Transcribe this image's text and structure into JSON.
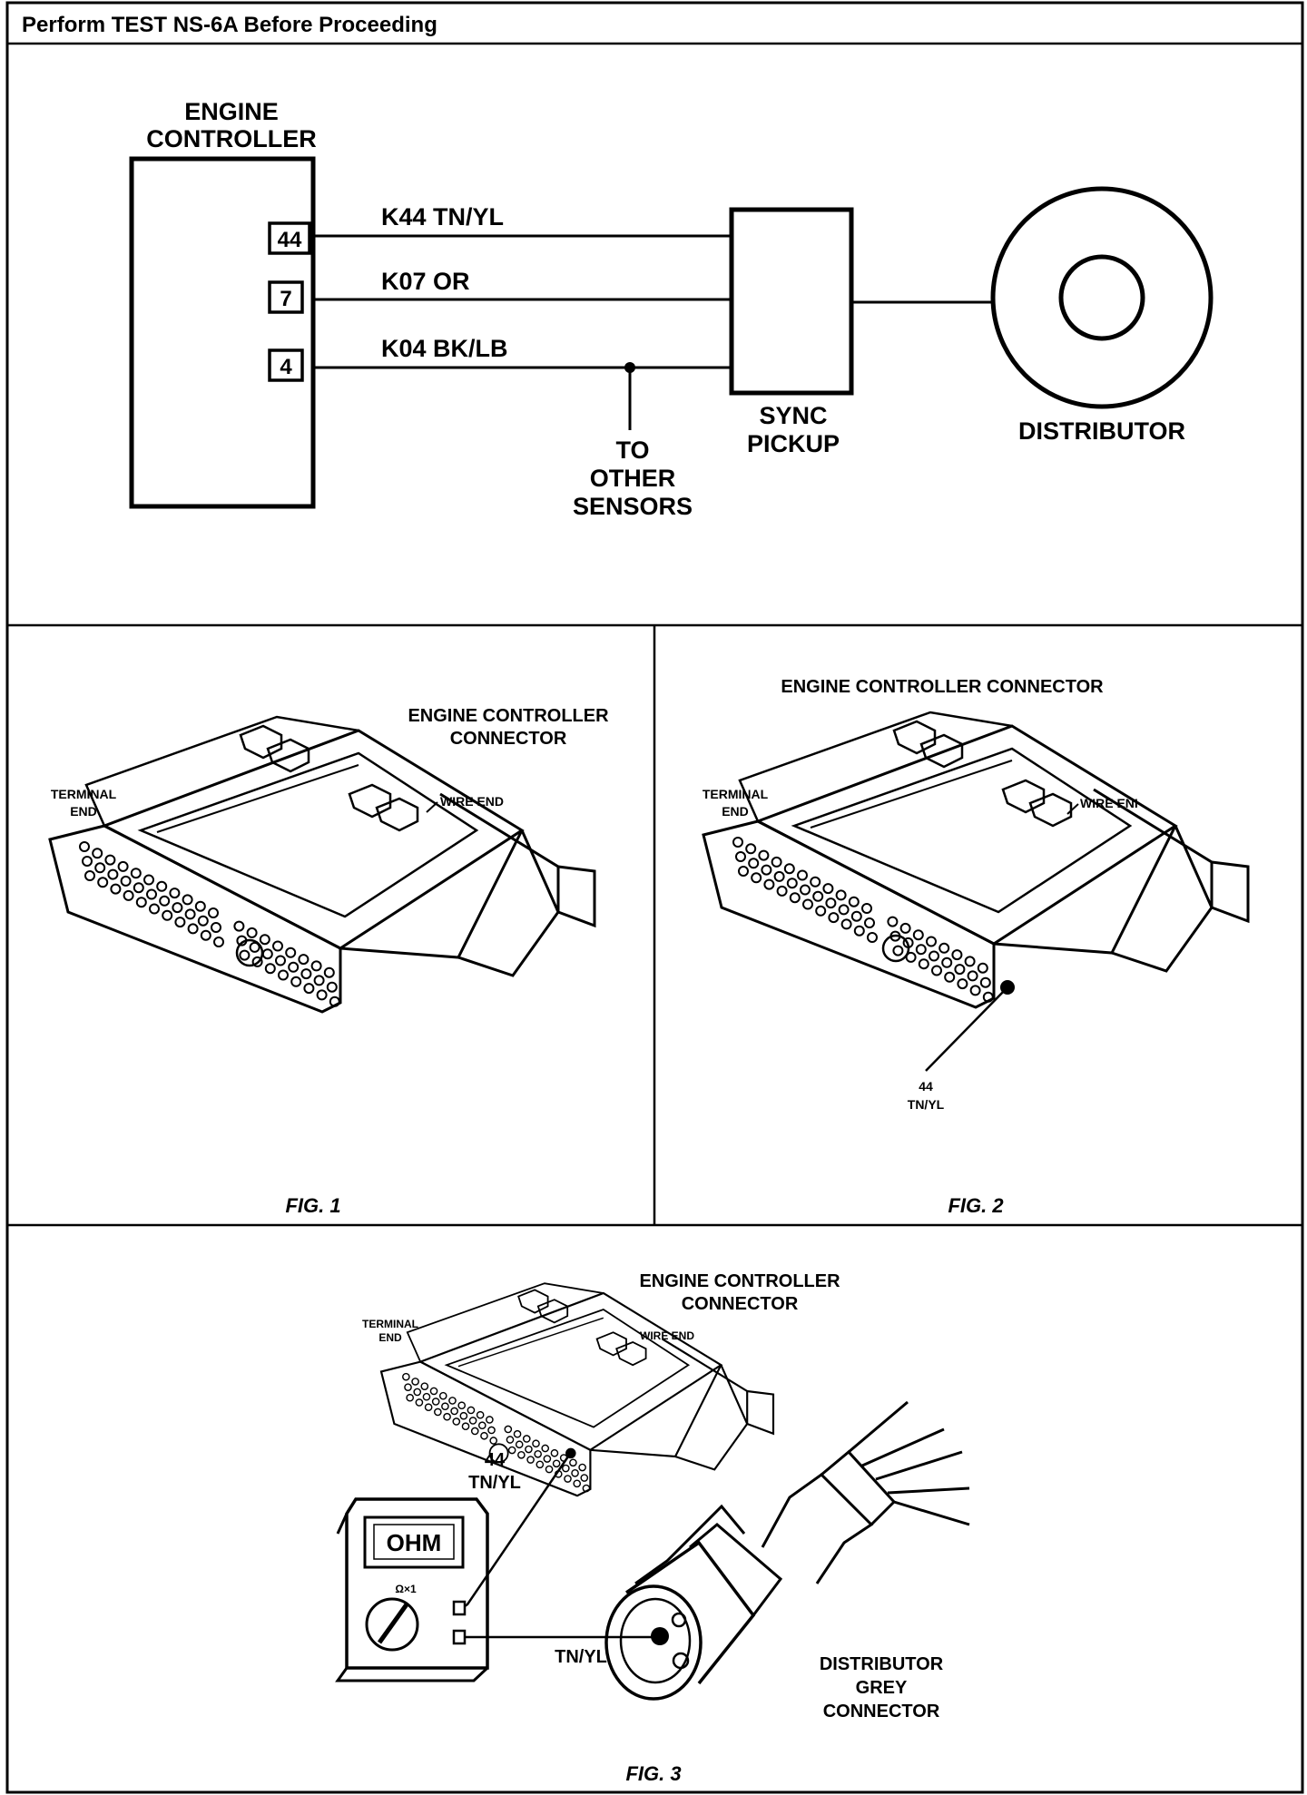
{
  "header": {
    "title": "Perform TEST NS-6A Before Proceeding"
  },
  "schematic": {
    "engine_controller": [
      "ENGINE",
      "CONTROLLER"
    ],
    "pins": [
      {
        "number": "44",
        "circuit": "K44 TN/YL"
      },
      {
        "number": "7",
        "circuit": "K07 OR"
      },
      {
        "number": "4",
        "circuit": "K04 BK/LB"
      }
    ],
    "splice_label": [
      "TO",
      "OTHER",
      "SENSORS"
    ],
    "sync_pickup": [
      "SYNC",
      "PICKUP"
    ],
    "distributor": "DISTRIBUTOR"
  },
  "fig1": {
    "connector_label": [
      "ENGINE CONTROLLER",
      "CONNECTOR"
    ],
    "terminal_end": [
      "TERMINAL",
      "END"
    ],
    "wire_end": "WIRE END",
    "caption": "FIG. 1"
  },
  "fig2": {
    "connector_label": "ENGINE CONTROLLER CONNECTOR",
    "terminal_end": [
      "TERMINAL",
      "END"
    ],
    "wire_end": "WIRE ENI",
    "pin_callout": [
      "44",
      "TN/YL"
    ],
    "caption": "FIG. 2"
  },
  "fig3": {
    "connector_label": [
      "ENGINE CONTROLLER",
      "CONNECTOR"
    ],
    "terminal_end": [
      "TERMINAL",
      "END"
    ],
    "wire_end": "WIRE END",
    "pin_callout": [
      "44",
      "TN/YL"
    ],
    "meter_display": "OHM",
    "meter_range": "Ω×1",
    "wire_label": "TN/YL",
    "distributor_connector": [
      "DISTRIBUTOR",
      "GREY",
      "CONNECTOR"
    ],
    "caption": "FIG. 3"
  }
}
